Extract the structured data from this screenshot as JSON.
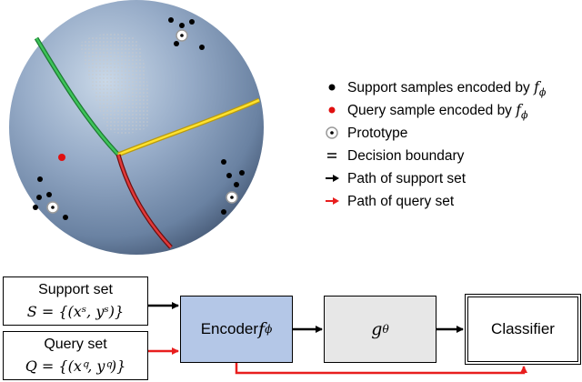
{
  "legend": {
    "support_label": "Support samples encoded by ",
    "support_fn": "f",
    "support_sub": "ϕ",
    "query_label": "Query sample encoded by ",
    "query_fn": "f",
    "query_sub": "ϕ",
    "prototype_label": "Prototype",
    "boundary_label": "Decision boundary",
    "support_path_label": "Path of support set",
    "query_path_label": "Path of query set"
  },
  "flow": {
    "support_title": "Support set",
    "support_formula": "S = {(xˢ, yˢ)}",
    "query_title": "Query set",
    "query_formula": "Q = {(x𐞥, y𐞥)}",
    "encoder_label": "Encoder ",
    "encoder_fn": "f",
    "encoder_sub": "ϕ",
    "g_fn": "g",
    "g_sub": "θ",
    "classifier_label": "Classifier"
  },
  "colors": {
    "sphere_light": "#bdd0e2",
    "sphere_mid": "#7f98b8",
    "sphere_dark": "#4c607d",
    "boundary_green": "#2fb34a",
    "boundary_yellow": "#f0d21a",
    "boundary_red": "#c01c1c",
    "support_dot": "#000000",
    "query_dot": "#e01010",
    "encoder_fill": "#b4c7e7",
    "g_fill": "#e7e7e7",
    "support_arrow": "#000000",
    "query_arrow": "#e81e1e"
  },
  "icons": {
    "support_marker": "black-dot-icon",
    "query_marker": "red-dot-icon",
    "prototype_marker": "prototype-ring-icon",
    "boundary_marker": "double-line-icon",
    "support_path_marker": "black-arrow-icon",
    "query_path_marker": "red-arrow-icon"
  }
}
